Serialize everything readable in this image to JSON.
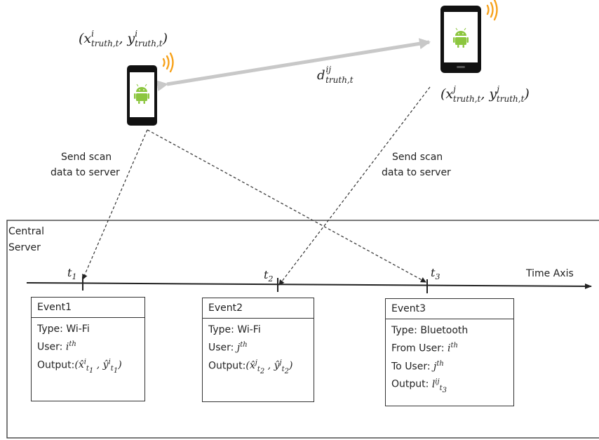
{
  "server": {
    "label_line1": "Central",
    "label_line2": "Server"
  },
  "time_axis": {
    "label": "Time Axis",
    "ticks": [
      "t1",
      "t2",
      "t3"
    ]
  },
  "phone_i": {
    "coords_label": "(x^i_truth,t, y^i_truth,t)"
  },
  "phone_j": {
    "coords_label": "(x^j_truth,t, y^j_truth,t)"
  },
  "distance_label": "d^ij_truth,t",
  "send_label": {
    "line1": "Send scan",
    "line2": "data to server"
  },
  "events": [
    {
      "title": "Event1",
      "type": "Type: Wi-Fi",
      "user_prefix": "User: ",
      "user_sym": "i",
      "user_sup": "th",
      "output_prefix": "Output:"
    },
    {
      "title": "Event2",
      "type": "Type: Wi-Fi",
      "user_prefix": "User: ",
      "user_sym": "j",
      "user_sup": "th",
      "output_prefix": "Output:"
    },
    {
      "title": "Event3",
      "type": "Type: Bluetooth",
      "from_prefix": "From User: ",
      "from_sym": "i",
      "to_prefix": "To User: ",
      "to_sym": "j",
      "sup": "th",
      "output_prefix": "Output: "
    }
  ],
  "colors": {
    "android_green": "#8cc63f",
    "wifi_orange": "#f7a21b",
    "arrow_gray": "#c8c8c8"
  }
}
